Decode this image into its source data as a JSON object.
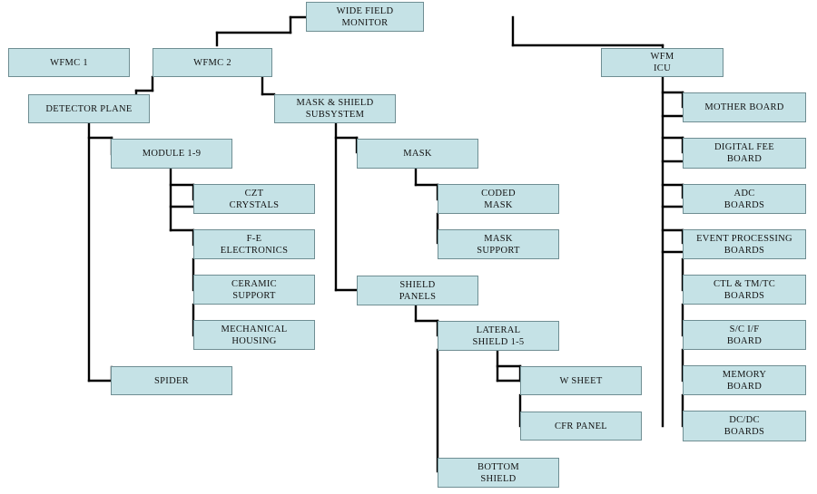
{
  "diagram": {
    "nodes": {
      "root": "WIDE FIELD\nMONITOR",
      "wfmc1": "WFMC 1",
      "wfmc2": "WFMC 2",
      "icu": "WFM\nICU",
      "detector_plane": "DETECTOR PLANE",
      "mask_shield": "MASK & SHIELD\nSUBSYSTEM",
      "module": "MODULE 1-9",
      "czt": "CZT\nCRYSTALS",
      "fe": "F-E\nELECTRONICS",
      "ceramic": "CERAMIC\nSUPPORT",
      "mech": "MECHANICAL\nHOUSING",
      "spider": "SPIDER",
      "mask": "MASK",
      "coded_mask": "CODED\nMASK",
      "mask_support": "MASK\nSUPPORT",
      "shield_panels": "SHIELD\nPANELS",
      "lateral": "LATERAL\nSHIELD 1-5",
      "wsheet": "W SHEET",
      "cfr": "CFR PANEL",
      "bottom": "BOTTOM\nSHIELD",
      "mother": "MOTHER BOARD",
      "digital_fee": "DIGITAL FEE\nBOARD",
      "adc": "ADC\nBOARDS",
      "event": "EVENT PROCESSING\nBOARDS",
      "ctl": "CTL & TM/TC\nBOARDS",
      "sci": "S/C I/F\nBOARD",
      "memory": "MEMORY\nBOARD",
      "dcdc": "DC/DC\nBOARDS"
    },
    "colors": {
      "box_fill": "#c5e2e6",
      "box_border": "#6f8e93",
      "connector": "#000000"
    }
  }
}
